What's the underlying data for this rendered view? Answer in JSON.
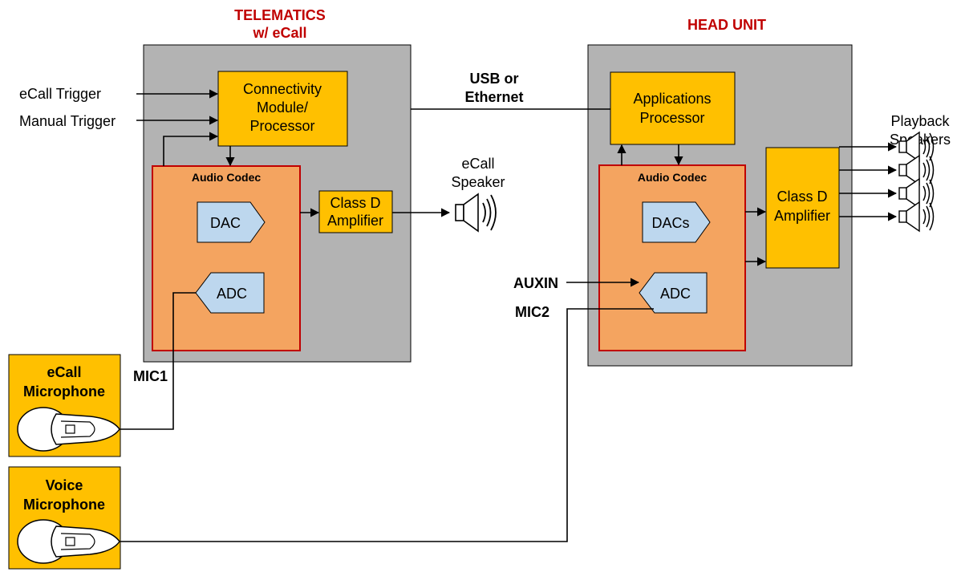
{
  "telematics": {
    "title_line1": "TELEMATICS",
    "title_line2": "w/ eCall",
    "connectivity": [
      "Connectivity",
      "Module/",
      "Processor"
    ],
    "codec_label": "Audio Codec",
    "dac": "DAC",
    "adc": "ADC",
    "amplifier": [
      "Class D",
      "Amplifier"
    ]
  },
  "head_unit": {
    "title": "HEAD UNIT",
    "processor": [
      "Applications",
      "Processor"
    ],
    "codec_label": "Audio Codec",
    "dac": "DACs",
    "adc": "ADC",
    "amplifier": [
      "Class D",
      "Amplifier"
    ]
  },
  "inputs": {
    "ecall_trigger": "eCall Trigger",
    "manual_trigger": "Manual Trigger",
    "auxin": "AUXIN",
    "mic1": "MIC1",
    "mic2": "MIC2"
  },
  "link": [
    "USB or",
    "Ethernet"
  ],
  "ecall_speaker": [
    "eCall",
    "Speaker"
  ],
  "playback_speakers": [
    "Playback",
    "Speakers"
  ],
  "ecall_mic": [
    "eCall",
    "Microphone"
  ],
  "voice_mic": [
    "Voice",
    "Microphone"
  ],
  "colors": {
    "module_bg": "#b3b3b3",
    "block_yellow": "#ffc000",
    "codec_orange": "#f4a460",
    "codec_border": "#c00000",
    "converter_blue": "#bdd7ee",
    "title_red": "#c00000"
  }
}
